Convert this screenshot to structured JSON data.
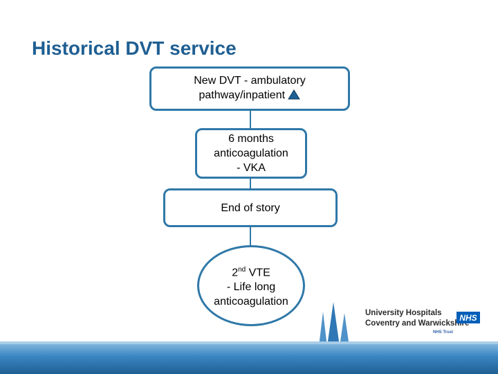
{
  "title": "Historical DVT service",
  "flow": {
    "box1": {
      "line1": "New DVT - ambulatory",
      "line2": "pathway/inpatient"
    },
    "box2": {
      "line1": "6 months",
      "line2": "anticoagulation",
      "line3": "- VKA"
    },
    "box3": {
      "text": "End of story"
    },
    "ellipse": {
      "ordinal": "2",
      "sup": "nd",
      "after": " VTE",
      "line2": "- Life long",
      "line3": "anticoagulation"
    }
  },
  "logo": {
    "line1": "University Hospitals",
    "line2": "Coventry and Warwickshire",
    "line3": "NHS Trust",
    "badge": "NHS"
  },
  "colors": {
    "title": "#1f5f93",
    "border": "#2f78a8",
    "nhs_blue": "#005eb8"
  }
}
